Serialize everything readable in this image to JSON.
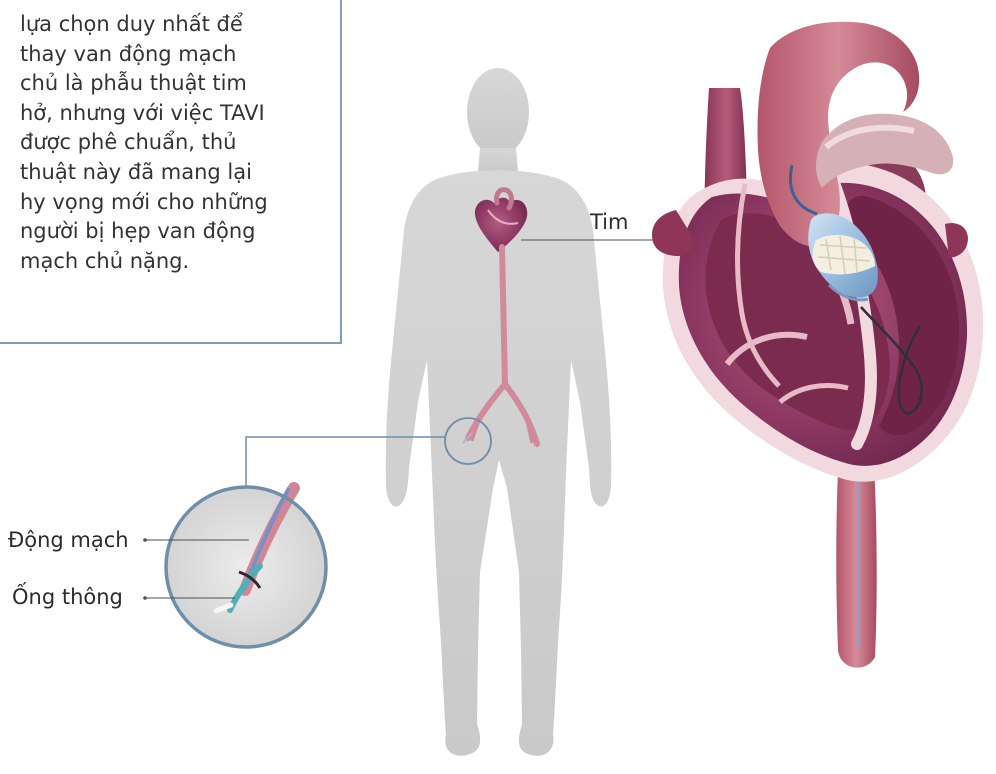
{
  "intro_text_lines": [
    "lựa chọn duy nhất để",
    "thay van động mạch",
    "chủ là phẫu thuật tim",
    "hở, nhưng với việc TAVI",
    "được phê chuẩn, thủ",
    "thuật này đã mang lại",
    "hy vọng mới cho những",
    "người bị hẹp van động",
    "mạch chủ nặng."
  ],
  "labels": {
    "heart": "Tim",
    "artery": "Động mạch",
    "catheter": "Ống thông"
  },
  "colors": {
    "body_silhouette": "#cfcfcf",
    "heart_dark": "#7b2b4e",
    "heart_muscle": "#a64a71",
    "heart_light": "#e7bcc8",
    "vessel": "#cf8797",
    "callout_line": "#6f8ea8",
    "valve_blue": "#8fb6d8"
  }
}
